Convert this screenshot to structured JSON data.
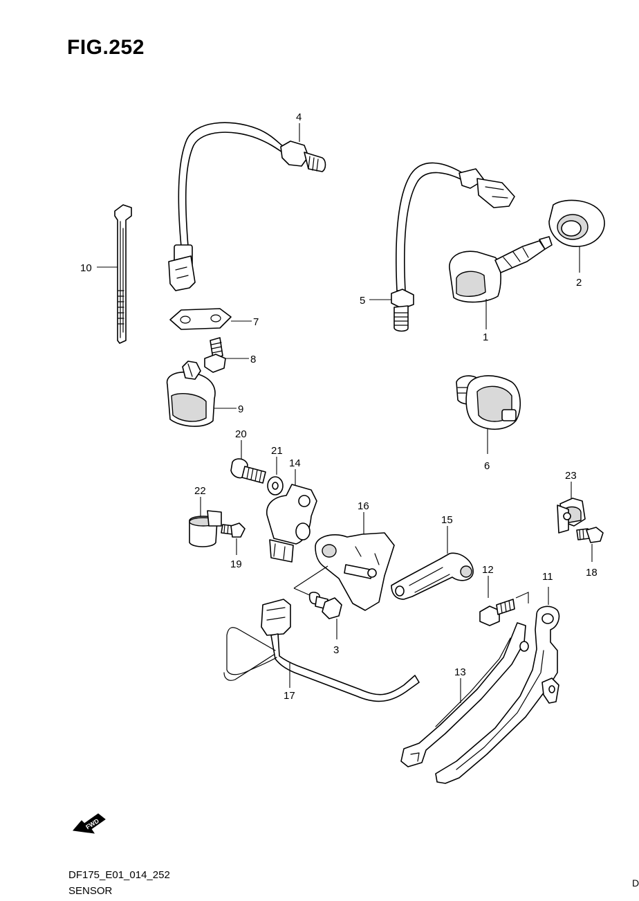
{
  "figure": {
    "title": "FIG.252"
  },
  "callouts": {
    "c1": "1",
    "c2": "2",
    "c3": "3",
    "c4": "4",
    "c5": "5",
    "c6": "6",
    "c7": "7",
    "c8": "8",
    "c9": "9",
    "c10": "10",
    "c11": "11",
    "c12": "12",
    "c13": "13",
    "c14": "14",
    "c15": "15",
    "c16": "16",
    "c17": "17",
    "c18": "18",
    "c19": "19",
    "c20": "20",
    "c21": "21",
    "c22": "22",
    "c23": "23"
  },
  "forward_arrow": {
    "label": "FWD",
    "icon": "forward-arrow-icon"
  },
  "footer": {
    "code": "DF175_E01_014_252",
    "name": "SENSOR",
    "edge_char": "D"
  }
}
